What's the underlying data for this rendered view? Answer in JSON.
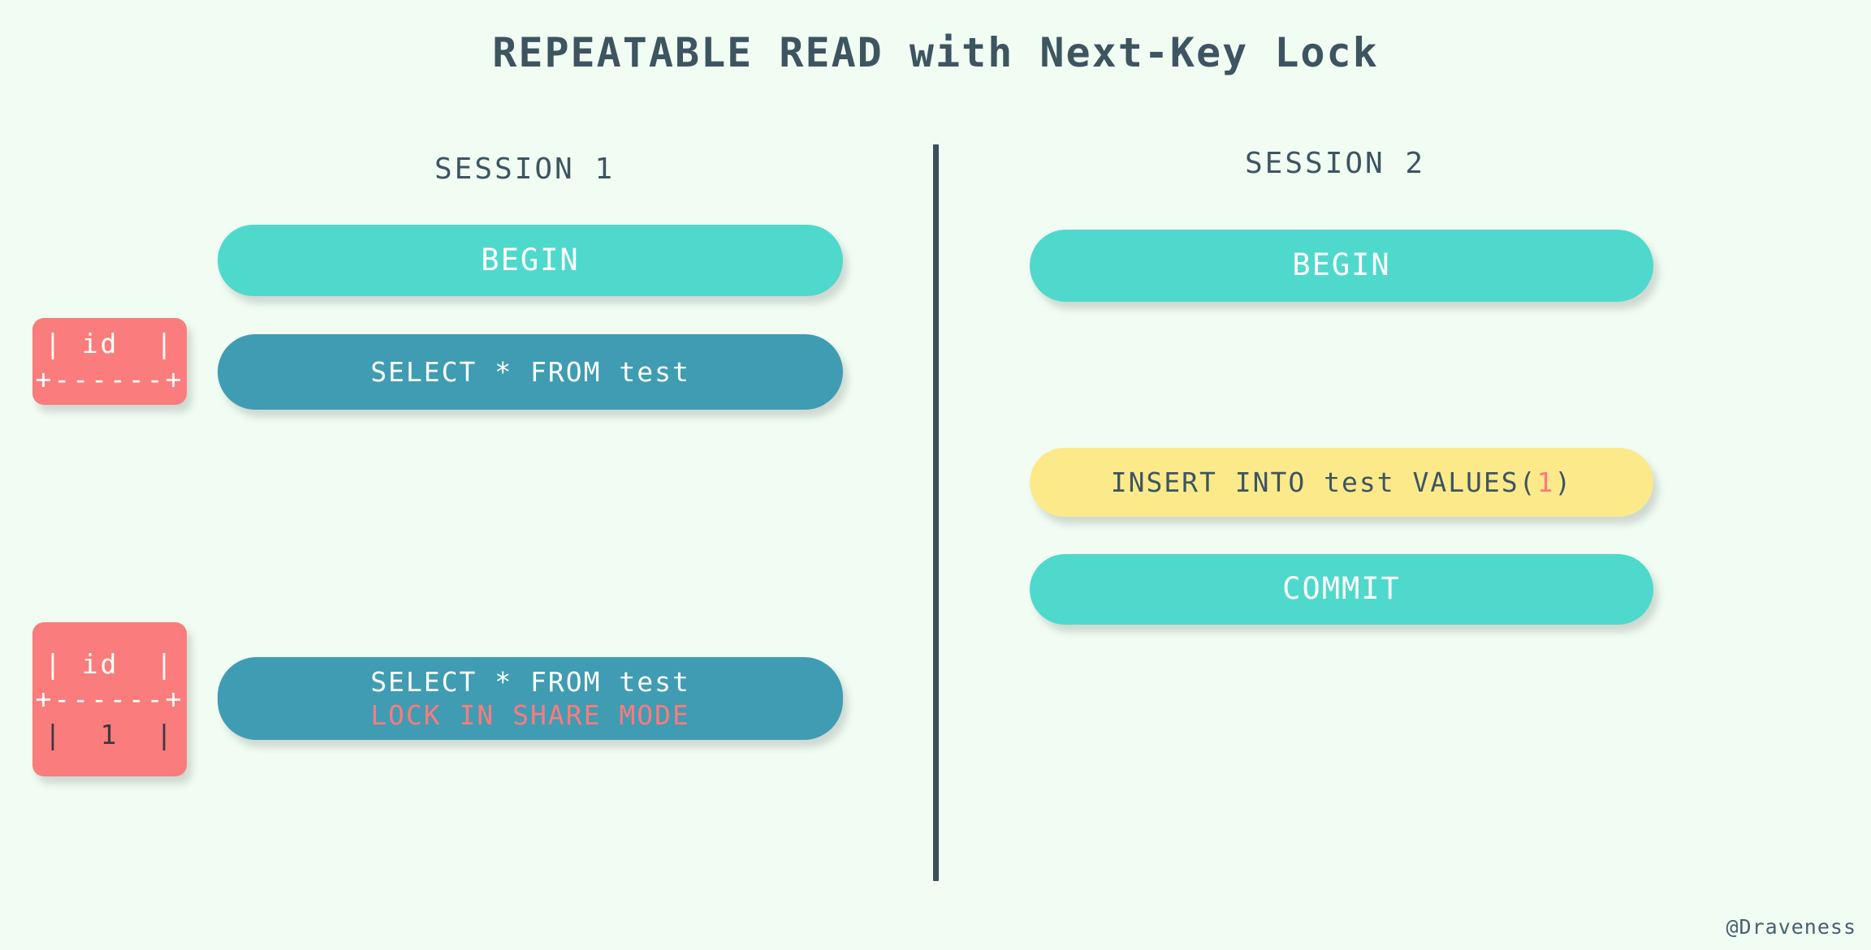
{
  "title": "REPEATABLE READ with Next-Key Lock",
  "theme": {
    "background": "#f1fcf3",
    "text_dark": "#3d5560",
    "teal": "#4fd9cc",
    "steel_blue": "#3f9cb3",
    "yellow": "#fce98a",
    "coral": "#fa7c7c",
    "coral_text": "#fb7b7b",
    "divider": "#3a4f5c",
    "white": "#ffffff"
  },
  "sessions": [
    {
      "id": "session-1",
      "label": "SESSION 1",
      "statements": [
        {
          "id": "begin",
          "text": "BEGIN",
          "color": "teal"
        },
        {
          "id": "select",
          "text": "SELECT * FROM test",
          "color": "steel"
        },
        {
          "id": "select-lock",
          "text": "SELECT * FROM test",
          "text2": "LOCK IN SHARE MODE",
          "color": "steel"
        }
      ],
      "results": [
        {
          "id": "result-empty",
          "header": "| id  |",
          "separator": "+------+",
          "rows": []
        },
        {
          "id": "result-one",
          "header": "| id  |",
          "separator": "+------+",
          "rows": [
            "|  1  |"
          ]
        }
      ]
    },
    {
      "id": "session-2",
      "label": "SESSION 2",
      "statements": [
        {
          "id": "begin",
          "text": "BEGIN",
          "color": "teal"
        },
        {
          "id": "insert",
          "text_prefix": "INSERT INTO test VALUES(",
          "text_value": "1",
          "text_suffix": ")",
          "color": "yellow"
        },
        {
          "id": "commit",
          "text": "COMMIT",
          "color": "teal"
        }
      ]
    }
  ],
  "watermark": "@Draveness"
}
